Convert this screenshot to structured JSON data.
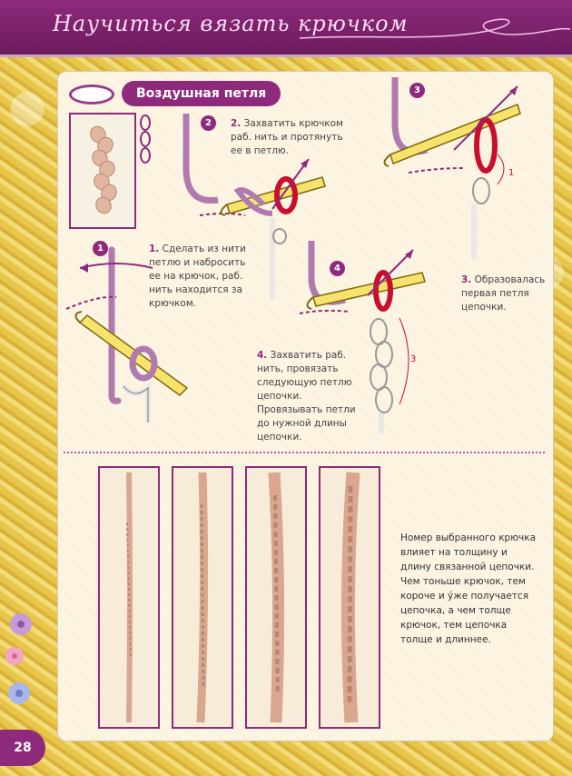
{
  "header": {
    "title": "Научиться вязать крючком"
  },
  "section": {
    "title": "Воздушная петля"
  },
  "steps": [
    {
      "num": "1",
      "bold": "1.",
      "text": " Сделать из нити петлю и набросить ее на крючок, раб. нить находится за крючком."
    },
    {
      "num": "2",
      "bold": "2.",
      "text": " Захватить крючком раб. нить и протянуть ее в петлю."
    },
    {
      "num": "3",
      "bold": "3.",
      "text": " Образовалась первая петля цепочки."
    },
    {
      "num": "4",
      "bold": "4.",
      "text": " Захватить раб. нить, провязать следующую петлю цепочки. Провязывать петли до нужной длины цепочки."
    }
  ],
  "diagram_labels": {
    "loop_one": "1",
    "loop_three": "3"
  },
  "note": "Номер выбранного крючка влияет на толщину и длину связанной цепочки. Чем тоньше крючок, тем короче и у́же получается цепочка, а чем толще крючок, тем цепочка толще и длиннее.",
  "page_number": "28",
  "colors": {
    "accent": "#8e2a7c",
    "hook": "#f7e26b",
    "loop_red": "#c8102e",
    "yarn_purple": "#b07ab0",
    "chain_white": "#ffffff",
    "photo_chain": "#d9a78f"
  }
}
